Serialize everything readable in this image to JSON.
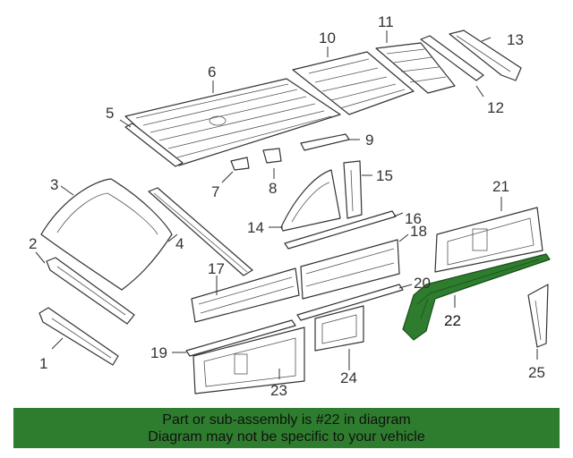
{
  "diagram": {
    "highlighted_part": "22",
    "highlight_color": "#2e7d2e",
    "callouts": {
      "c1": "1",
      "c2": "2",
      "c3": "3",
      "c4": "4",
      "c5": "5",
      "c6": "6",
      "c7": "7",
      "c8": "8",
      "c9": "9",
      "c10": "10",
      "c11": "11",
      "c12": "12",
      "c13": "13",
      "c14": "14",
      "c15": "15",
      "c16": "16",
      "c17": "17",
      "c18": "18",
      "c19": "19",
      "c20": "20",
      "c21": "21",
      "c22": "22",
      "c23": "23",
      "c24": "24",
      "c25": "25"
    }
  },
  "banner": {
    "line1": "Part or sub-assembly is #22 in diagram",
    "line2": "Diagram may not be specific to your vehicle",
    "background": "#2e7d2e"
  }
}
